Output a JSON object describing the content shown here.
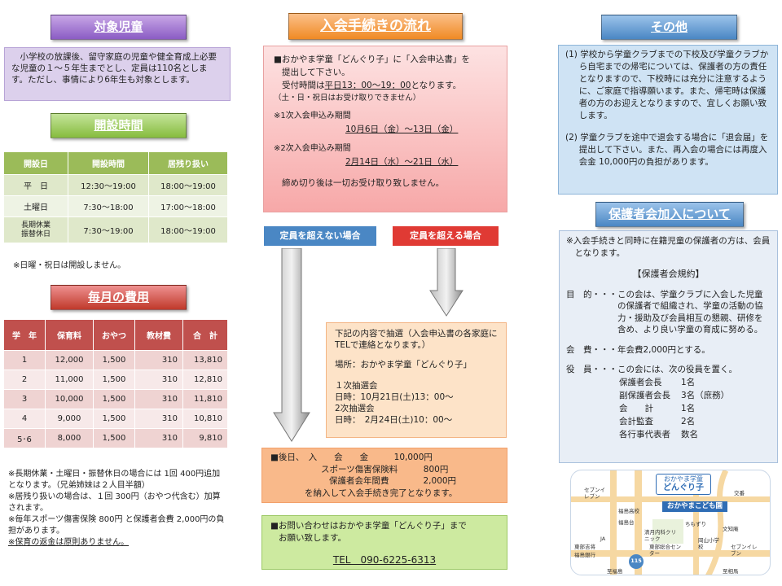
{
  "left": {
    "target_title": "対象児童",
    "target_text": "小学校の放課後、留守家庭の児童や健全育成上必要な児童の１～５年生までとし、定員は110名とします。ただし、事情により6年生も対象とします。",
    "hours_title": "開設時間",
    "hours_headers": [
      "開設日",
      "開設時間",
      "居残り扱い"
    ],
    "hours_rows": [
      [
        "平　日",
        "12:30～19:00",
        "18:00～19:00"
      ],
      [
        "土曜日",
        "7:30～18:00",
        "17:00～18:00"
      ],
      [
        "長期休業\n振替休日",
        "7:30～19:00",
        "18:00～19:00"
      ]
    ],
    "hours_note": "※日曜・祝日は開設しません。",
    "fee_title": "毎月の費用",
    "fee_headers": [
      "学　年",
      "保育料",
      "おやつ",
      "教材費",
      "合　計"
    ],
    "fee_rows": [
      [
        "1",
        "12,000",
        "1,500",
        "310",
        "13,810"
      ],
      [
        "2",
        "11,000",
        "1,500",
        "310",
        "12,810"
      ],
      [
        "3",
        "10,000",
        "1,500",
        "310",
        "11,810"
      ],
      [
        "4",
        "9,000",
        "1,500",
        "310",
        "10,810"
      ],
      [
        "5･6",
        "8,000",
        "1,500",
        "310",
        "9,810"
      ]
    ],
    "fee_note1": "※長期休業・土曜日・振替休日の場合には 1回 400円追加となります。（兄弟姉妹は２人目半額）",
    "fee_note2": "※居残り扱いの場合は、１回 300円（おやつ代含む）加算されます。",
    "fee_note3": "※毎年スポーツ傷害保険 800円 と保護者会費 2,000円の負担があります。",
    "fee_note4": "※保育の返金は原則ありません。"
  },
  "middle": {
    "flow_title": "入会手続きの流れ",
    "apply_line1": "■おかやま学童「どんぐり子」に「入会申込書」を",
    "apply_line2": "提出して下さい。",
    "apply_line3a": "受付時間は",
    "apply_line3b": "平日13：00～19：00",
    "apply_line3c": "となります。",
    "apply_line4": "（土・日・祝日はお受け取りできません）",
    "first_label": "※1次入会申込み期間",
    "first_period": "10月6日（金）～13日（金）",
    "second_label": "※2次入会申込み期間",
    "second_period": "2月14日（水）～21日（水）",
    "deadline": "締め切り後は一切お受け取り致しません。",
    "under_cap": "定員を超えない場合",
    "over_cap": "定員を超える場合",
    "lottery_line1": "下記の内容で抽選（入会申込書の各家庭にTELで連絡となります。）",
    "lottery_place": "場所：おかやま学童「どんぐり子」",
    "lottery_first_title": "１次抽選会",
    "lottery_first_date": "日時：10月21日(土)13：00～",
    "lottery_second_title": "2次抽選会",
    "lottery_second_date": "日時：　2月24日(土)10：00～",
    "pay_line1": "■後日、　入　　会　　金　　　10,000円",
    "pay_line2": "スポーツ傷害保険料　　　800円",
    "pay_line3": "保護者会年間費　　　　2,000円",
    "pay_line4": "を納入して入会手続き完了となります。",
    "contact_line1": "■お問い合わせはおかやま学童「どんぐり子」まで",
    "contact_line2": "お願い致します。",
    "contact_tel": "TEL　090-6225-6313"
  },
  "right": {
    "other_title": "その他",
    "other_item1": "(1) 学校から学童クラブまでの下校及び学童クラブから自宅までの帰宅については、保護者の方の責任となりますので、下校時には充分に注意するように、ご家庭で指導願います。また、帰宅時は保護者の方のお迎えとなりますので、宜しくお願い致します。",
    "other_item2": "(2) 学童クラブを途中で退会する場合に「退会届」を提出して下さい。また、再入会の場合には再度入会金 10,000円の負担があります。",
    "parents_title": "保護者会加入について",
    "parents_intro": "※入会手続きと同時に在籍児童の保護者の方は、会員となります。",
    "rules_title": "【保護者会規約】",
    "purpose_label": "目　的・・・",
    "purpose_text": "この会は、学童クラブに入会した児童の保護者で組織され、学童の活動の協力・援助及び会員相互の懇親、研修を含め、より良い学童の育成に努める。",
    "fee_label": "会　費・・・",
    "fee_text": "年会費2,000円とする。",
    "officers_label": "役　員・・・",
    "officers_text": "この会には、次の役員を置く。",
    "officers": [
      [
        "保護者会長",
        "1名"
      ],
      [
        "副保護者会長",
        "3名（庶務）"
      ],
      [
        "会　　計",
        "1名"
      ],
      [
        "会計監査",
        "2名"
      ],
      [
        "各行事代表者",
        "数名"
      ]
    ]
  },
  "map": {
    "school_badge_top": "おかやま学童",
    "school_badge_main": "どんぐり子",
    "kodomoen": "おかやまこども園",
    "labels": [
      "セブンイレブン",
      "福島高校",
      "交番",
      "福島台",
      "JA",
      "清月内科クリニック",
      "ちもずり",
      "文知庵",
      "東部吉将",
      "福島銀行",
      "東部総合センター",
      "岡山小学校",
      "セブンイレブン",
      "至福島",
      "至相馬",
      "115"
    ]
  }
}
